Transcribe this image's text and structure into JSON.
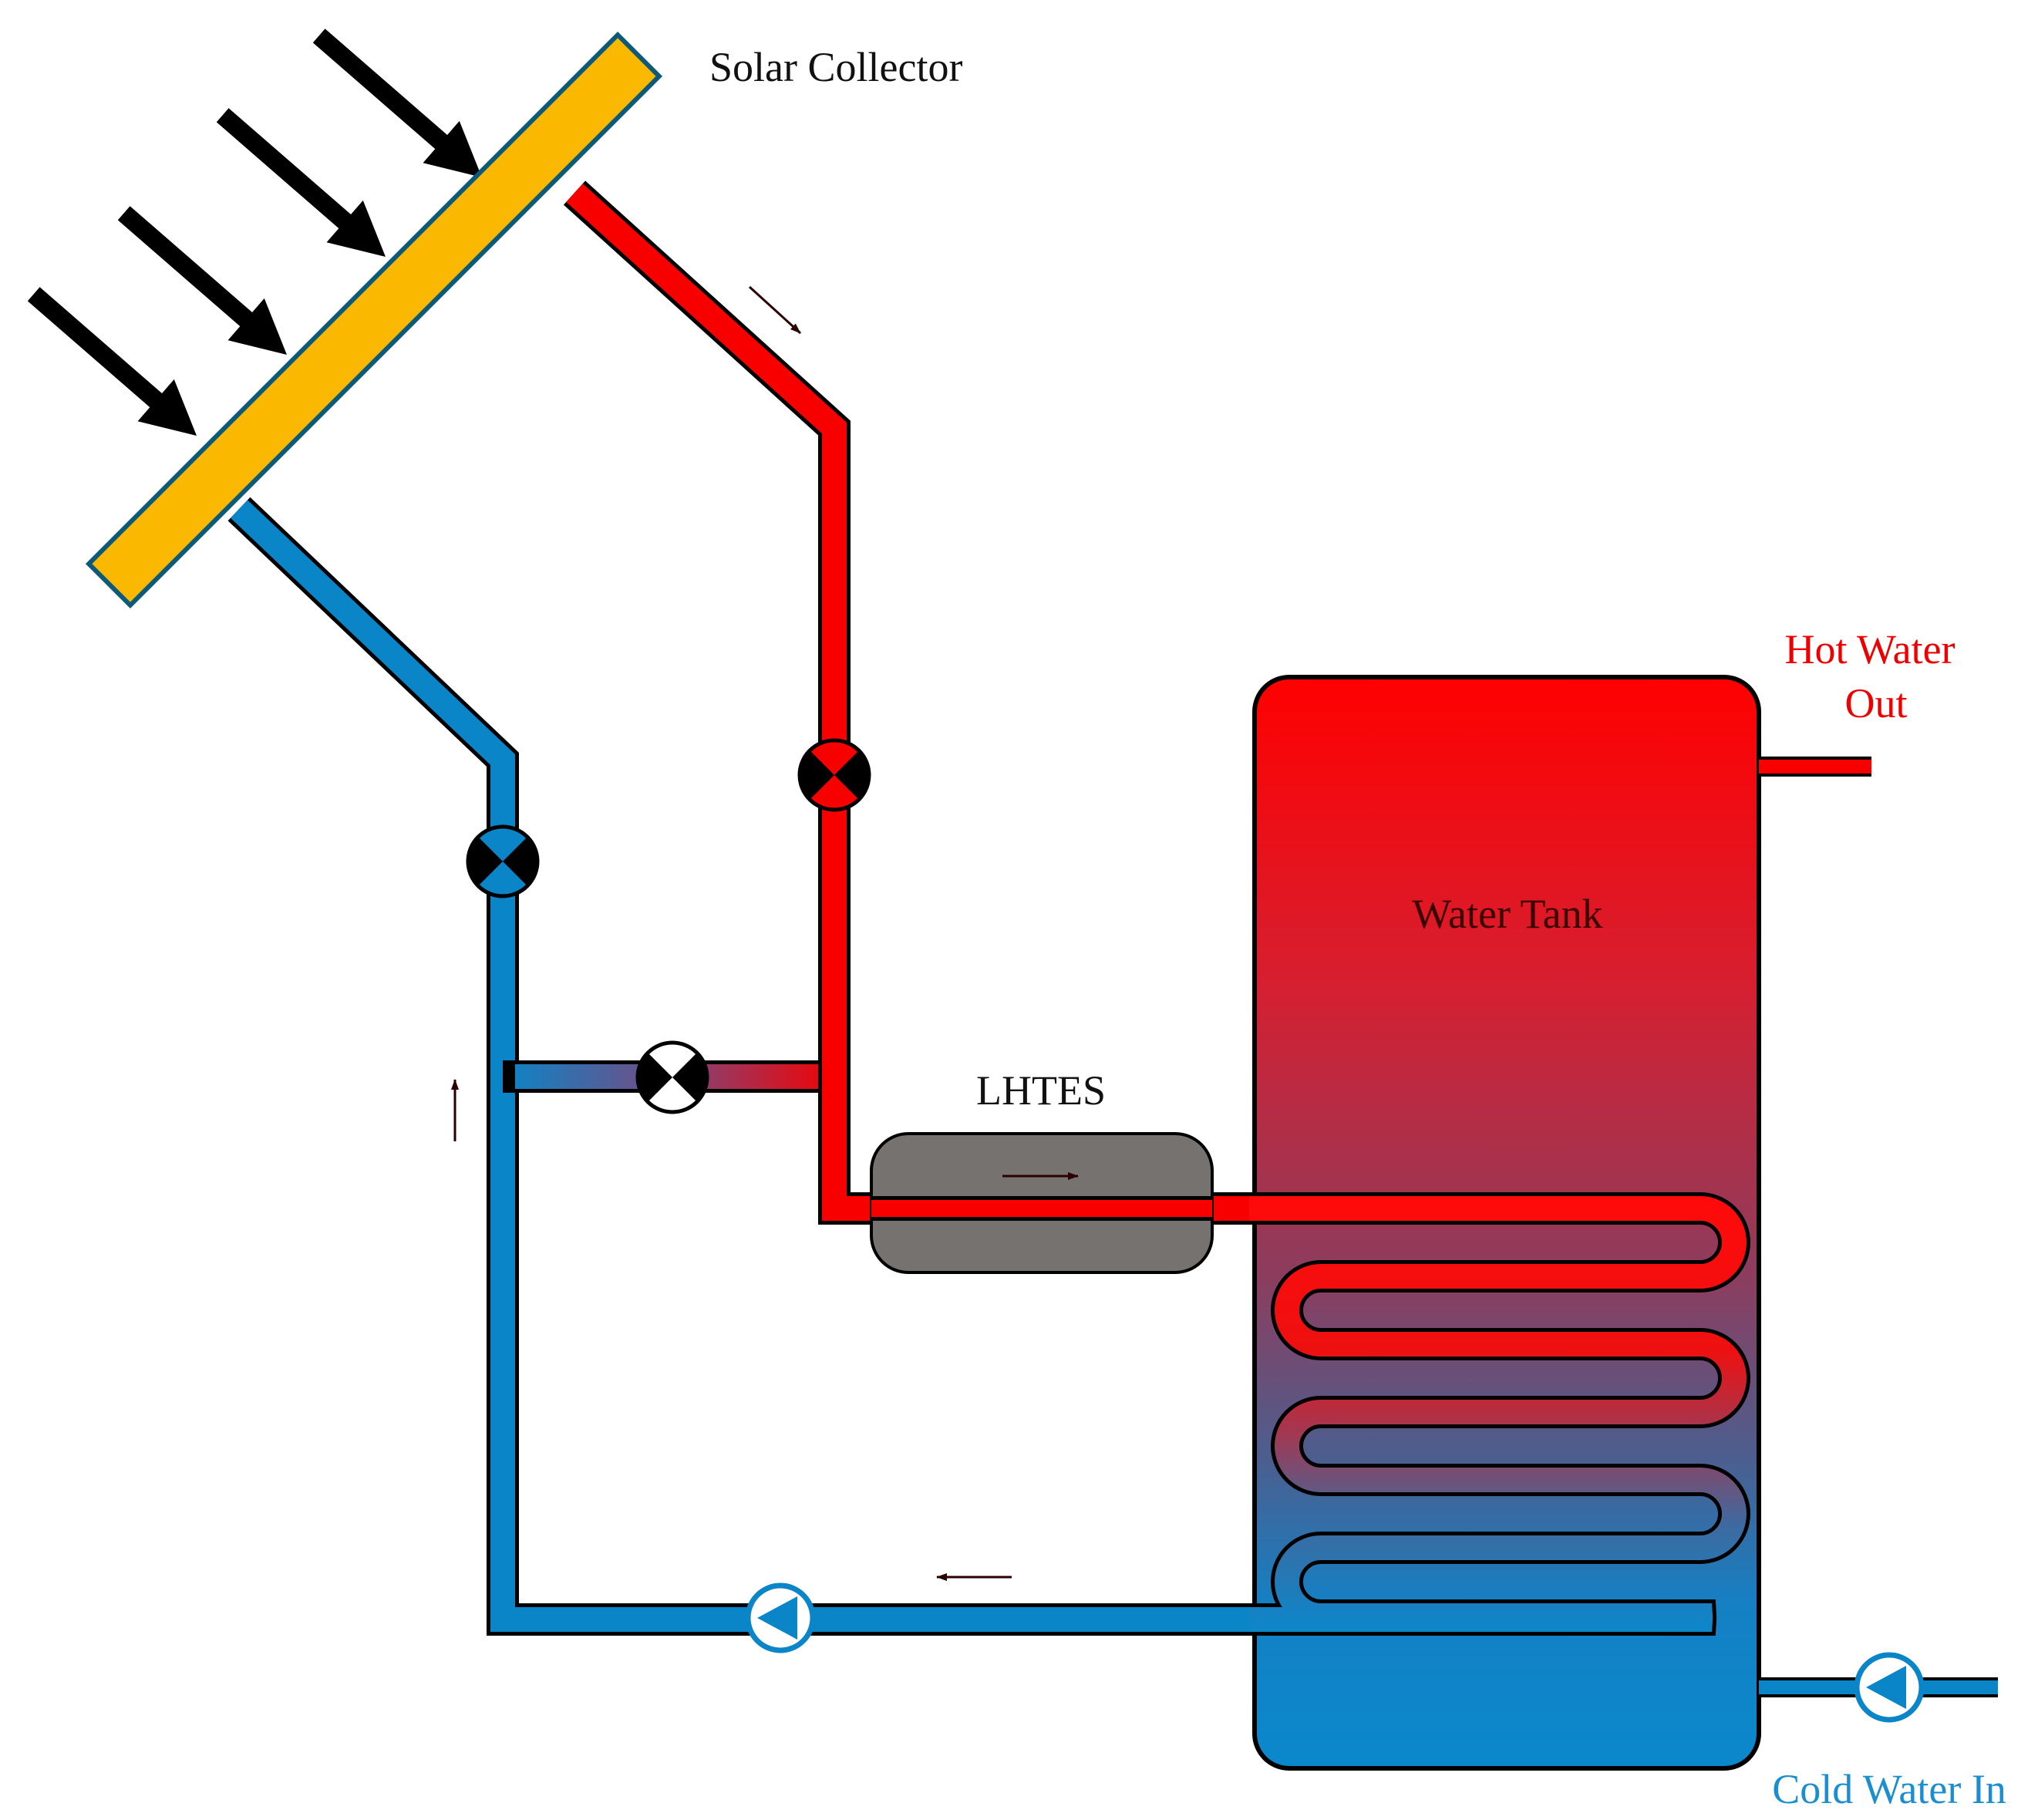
{
  "labels": {
    "solar_collector": "Solar Collector",
    "water_tank": "Water Tank",
    "lhtes": "LHTES",
    "hot_water_line1": "Hot Water",
    "hot_water_line2": "Out",
    "cold_water_in": "Cold Water In"
  },
  "colors": {
    "hot": "#f80000",
    "cold": "#0a85c8",
    "collector": "#fbb800",
    "lhtes": "#767270",
    "sun_rays": "#000000",
    "hot_label": "#ee0000",
    "cold_label": "#1a8ed0"
  },
  "icons": {
    "sun_ray": "arrow-icon",
    "valve": "valve-icon",
    "pump": "pump-icon",
    "flow": "flow-arrow-icon"
  }
}
